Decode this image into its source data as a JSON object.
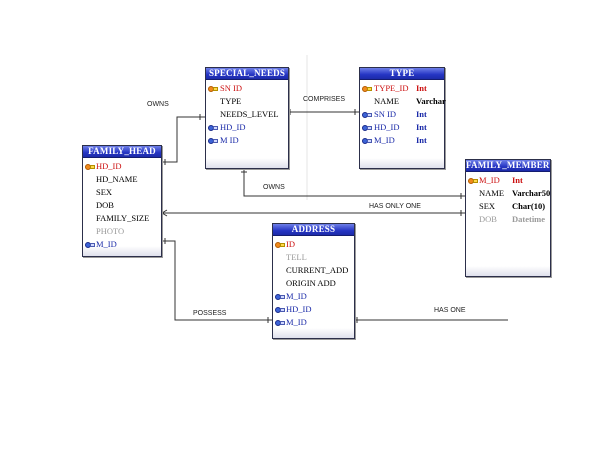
{
  "diagram": {
    "entities": {
      "family_head": {
        "title": "FAMILY_HEAD",
        "fields": [
          {
            "name": "HD_ID",
            "kind": "pk",
            "icon": "key-icon"
          },
          {
            "name": "HD_NAME",
            "kind": "plain"
          },
          {
            "name": "SEX",
            "kind": "plain"
          },
          {
            "name": "DOB",
            "kind": "plain"
          },
          {
            "name": "FAMILY_SIZE",
            "kind": "plain"
          },
          {
            "name": "PHOTO",
            "kind": "null"
          },
          {
            "name": "M_ID",
            "kind": "fk",
            "icon": "foreign-key-icon"
          }
        ]
      },
      "special_needs": {
        "title": "SPECIAL_NEEDS",
        "fields": [
          {
            "name": "SN ID",
            "kind": "pk",
            "icon": "key-icon"
          },
          {
            "name": "TYPE",
            "kind": "plain"
          },
          {
            "name": "NEEDS_LEVEL",
            "kind": "plain"
          },
          {
            "name": "HD_ID",
            "kind": "fk",
            "icon": "foreign-key-icon"
          },
          {
            "name": "M ID",
            "kind": "fk",
            "icon": "foreign-key-icon"
          }
        ]
      },
      "type": {
        "title": "TYPE",
        "fields": [
          {
            "name": "TYPE_ID",
            "kind": "pk",
            "type": "Int",
            "icon": "key-icon"
          },
          {
            "name": "NAME",
            "kind": "plain",
            "type": "Varchar"
          },
          {
            "name": "SN ID",
            "kind": "fk",
            "type": "Int",
            "icon": "foreign-key-icon"
          },
          {
            "name": "HD_ID",
            "kind": "fk",
            "type": "Int",
            "icon": "foreign-key-icon"
          },
          {
            "name": "M_ID",
            "kind": "fk",
            "type": "Int",
            "icon": "foreign-key-icon"
          }
        ]
      },
      "family_members": {
        "title": "FAMILY_MEMBERS",
        "fields": [
          {
            "name": "M_ID",
            "kind": "pk",
            "type": "Int",
            "icon": "key-icon"
          },
          {
            "name": "NAME",
            "kind": "plain",
            "type": "Varchar50"
          },
          {
            "name": "SEX",
            "kind": "plain",
            "type": "Char(10)"
          },
          {
            "name": "DOB",
            "kind": "null",
            "type": "Datetime"
          }
        ]
      },
      "address": {
        "title": "ADDRESS",
        "fields": [
          {
            "name": "ID",
            "kind": "pk",
            "icon": "key-icon"
          },
          {
            "name": "TELL",
            "kind": "null"
          },
          {
            "name": "CURRENT_ADD",
            "kind": "plain"
          },
          {
            "name": "ORIGIN ADD",
            "kind": "plain"
          },
          {
            "name": "M_ID",
            "kind": "fk",
            "icon": "foreign-key-icon"
          },
          {
            "name": "HD_ID",
            "kind": "fk",
            "icon": "foreign-key-icon"
          },
          {
            "name": "M_ID",
            "kind": "fk",
            "icon": "foreign-key-icon"
          }
        ]
      }
    },
    "relationships": [
      {
        "label": "OWNS"
      },
      {
        "label": "COMPRISES"
      },
      {
        "label": "OWNS"
      },
      {
        "label": "HAS ONLY ONE"
      },
      {
        "label": "POSSESS"
      },
      {
        "label": "HAS ONE"
      }
    ],
    "colors": {
      "header": "#2535c4",
      "primary_key": "#cc1111",
      "foreign_key": "#1a2aa8",
      "nullable": "#9a9a9a",
      "line": "#333333"
    }
  }
}
